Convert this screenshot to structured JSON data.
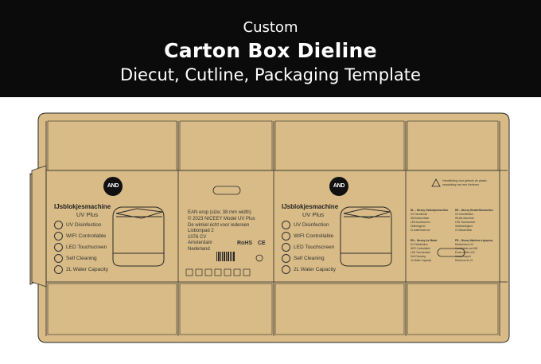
{
  "banner": {
    "line1": "Custom",
    "line2": "Carton Box Dieline",
    "line3": "Diecut, Cutline, Packaging Template"
  },
  "colors": {
    "banner_bg": "#0b0b0b",
    "carton": "#d8bb86",
    "line": "#2a2a2a"
  },
  "front_panel": {
    "logo": "AND",
    "title": "IJsblokjesmachine",
    "subtitle": "UV Plus",
    "features": [
      {
        "icon": "uv-icon",
        "label": "UV Disinfection"
      },
      {
        "icon": "wifi-icon",
        "label": "WIFI Controllable"
      },
      {
        "icon": "led-icon",
        "label": "LED Touchscreen"
      },
      {
        "icon": "cleaning-icon",
        "label": "Self Cleaning"
      },
      {
        "icon": "water-icon",
        "label": "2L Water Capacity"
      }
    ]
  },
  "side_panel": {
    "ean_text": "EAN erop (size; 38 mm width)",
    "address_lines": [
      "© 2023 NICEEY Model UV Plus",
      "De winkel écht voor iedereen",
      "Lisbonpad 2",
      "1076 CV",
      "Amsterdam",
      "Nederland"
    ],
    "rohs": "RoHS",
    "ce": "CE"
  },
  "back_panel": {
    "logo": "AND",
    "title": "IJsblokjesmachine",
    "subtitle": "UV Plus",
    "features": [
      {
        "icon": "uv-icon",
        "label": "UV Disinfection"
      },
      {
        "icon": "wifi-icon",
        "label": "WIFI Controllable"
      },
      {
        "icon": "led-icon",
        "label": "LED Touchscreen"
      },
      {
        "icon": "cleaning-icon",
        "label": "Self Cleaning"
      },
      {
        "icon": "water-icon",
        "label": "2L Water Capacity"
      }
    ]
  },
  "info_panel": {
    "warning": "Handleiding voor gebruik de plastic verpakking van een kinderen",
    "lists": [
      {
        "heading": "NL – Niceey IJsblokjesmachine",
        "items": [
          "UV Desinfectie",
          "Wifi bestuurbaar",
          "LED-touchscreen",
          "Zelfreinigend",
          "2L waterreservoir"
        ]
      },
      {
        "heading": "DE – Niceey Eiswürfelmaschine",
        "items": [
          "UV-Desinfektion",
          "WLAN-steuerbar",
          "LED-Touchscreen",
          "Selbstreinigend",
          "2L Wassertank"
        ]
      },
      {
        "heading": "EN – Niceey Ice Maker",
        "items": [
          "UV Disinfection",
          "WIFI Controllable",
          "LED Touchscreen",
          "Self Cleaning",
          "2L Water Capacity"
        ]
      },
      {
        "heading": "FR – Niceey Machine à glaçons",
        "items": [
          "Désinfection UV",
          "Contrôlable par Wifi",
          "Écran tactile LED",
          "Autonettoyant",
          "Réservoir de 2L"
        ]
      }
    ]
  }
}
